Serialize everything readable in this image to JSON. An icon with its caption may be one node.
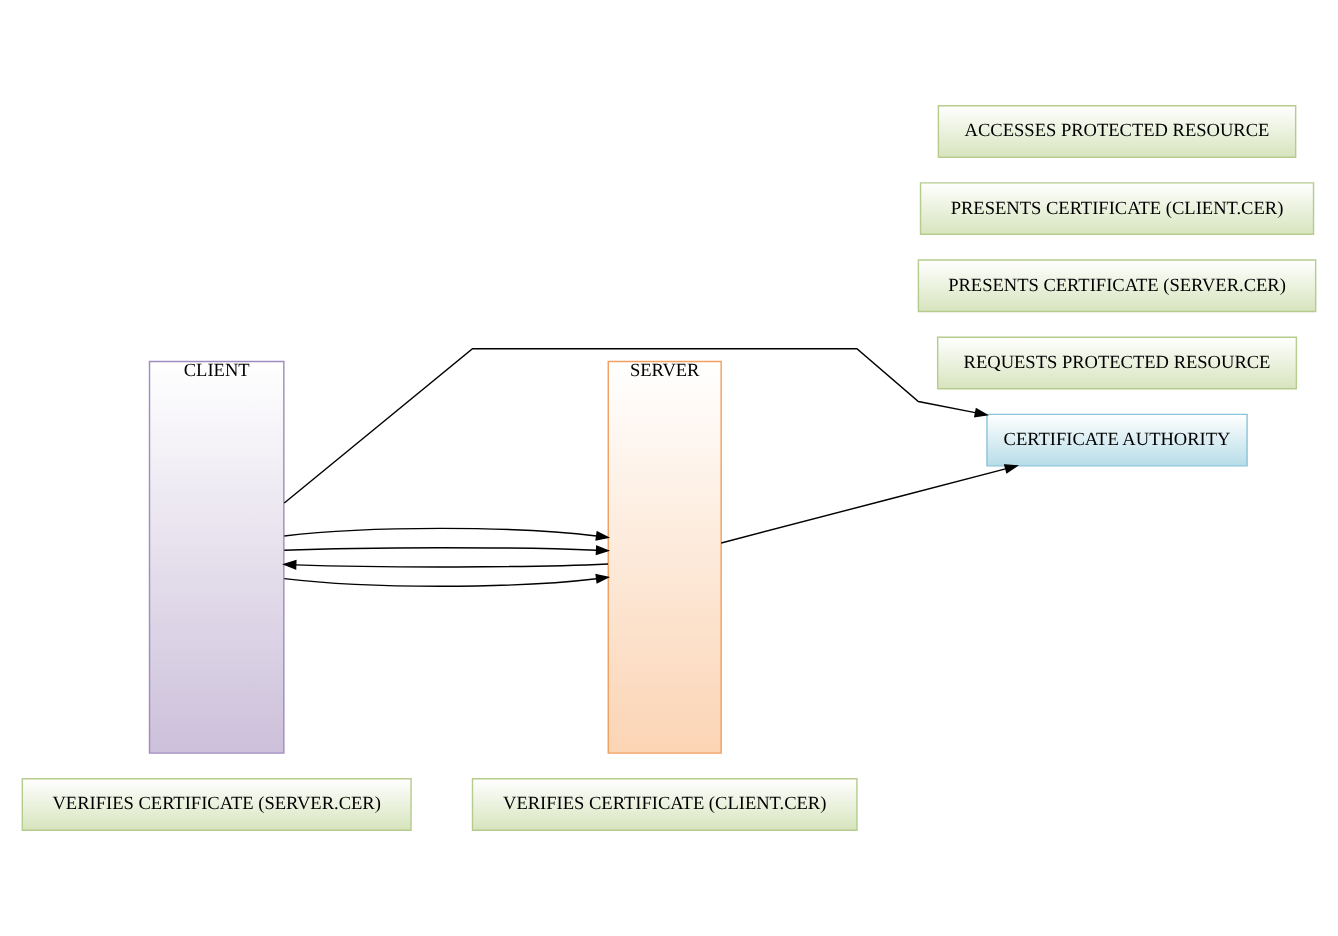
{
  "diagram": {
    "nodes": [
      {
        "text": [
          "VERIFIES CERTIFICATE (SERVER.CER)"
        ]
      },
      {
        "text": [
          "VERIFIES CERTIFICATE (CLIENT.CER)"
        ]
      },
      {
        "text": [
          "CERTIFICATE AUTHORITY"
        ]
      },
      {
        "text": [
          "CLIENT"
        ]
      },
      {
        "text": [
          "REQUESTS PROTECTED RESOURCE"
        ]
      },
      {
        "text": [
          "SERVER"
        ]
      },
      {
        "text": [
          "PRESENTS CERTIFICATE (SERVER.CER)"
        ]
      },
      {
        "text": [
          "PRESENTS CERTIFICATE (CLIENT.CER)"
        ]
      },
      {
        "text": [
          "ACCESSES PROTECTED RESOURCE"
        ]
      }
    ],
    "edges": [
      {
        "from": 3,
        "to": 2,
        "arrow": "to"
      },
      {
        "from": 5,
        "to": 2,
        "arrow": "to"
      },
      {
        "from": 3,
        "to": 5,
        "arrow": "to"
      },
      {
        "from": 5,
        "to": 3,
        "arrow": "to"
      },
      {
        "from": 3,
        "to": 5,
        "arrow": "to"
      },
      {
        "from": 3,
        "to": 5,
        "arrow": "to"
      }
    ]
  }
}
